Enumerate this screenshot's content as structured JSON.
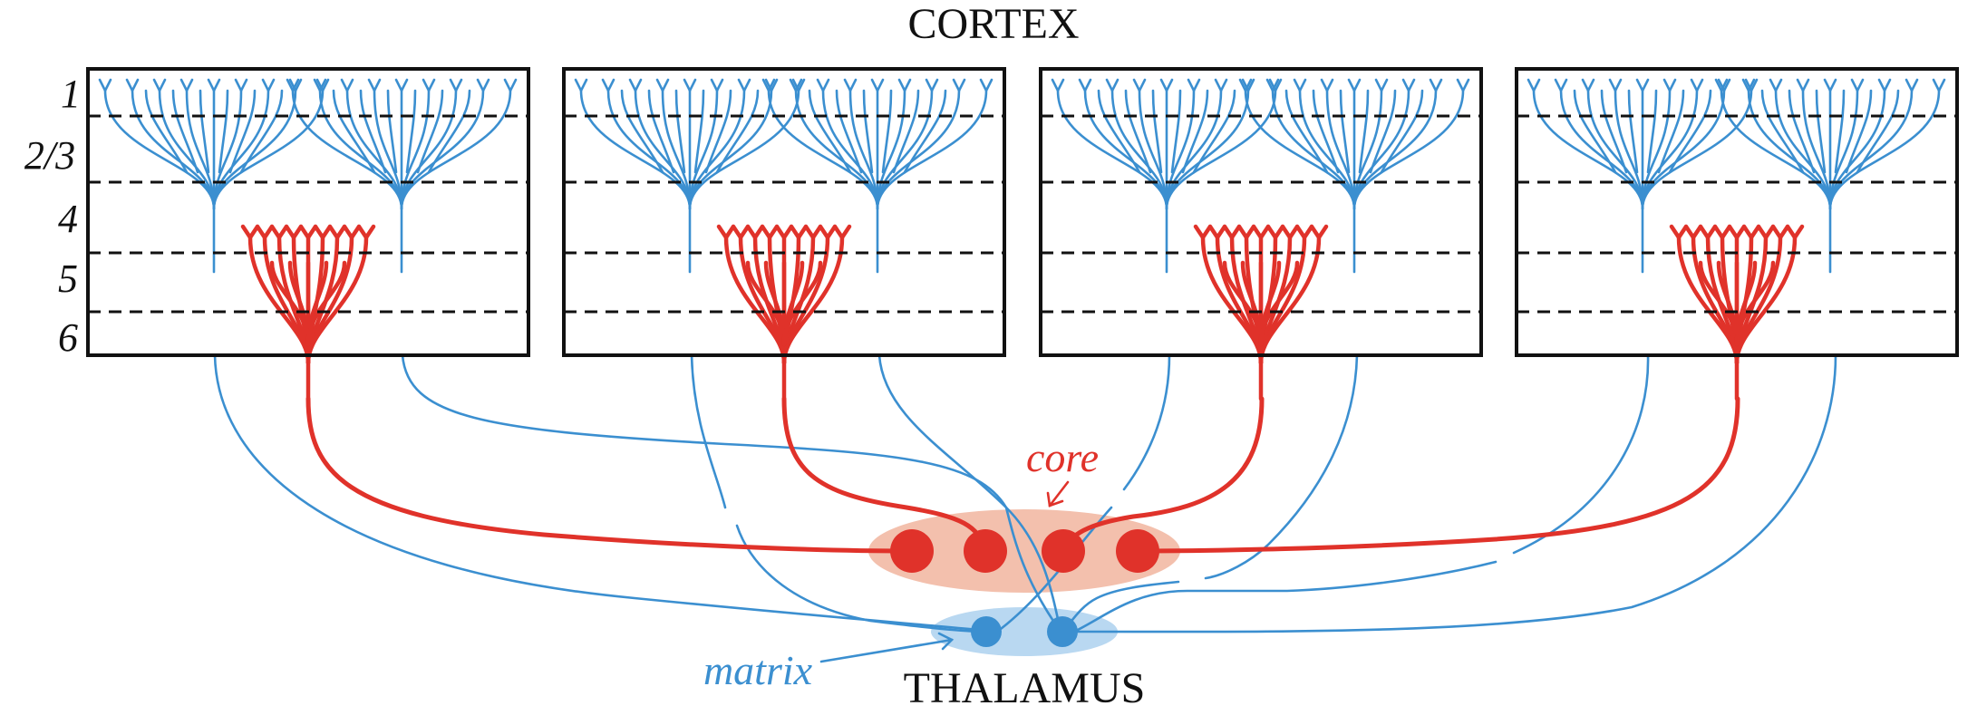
{
  "title_cortex": "CORTEX",
  "title_thalamus": "THALAMUS",
  "layers": [
    "1",
    "2/3",
    "4",
    "5",
    "6"
  ],
  "label_core": "core",
  "label_matrix": "matrix",
  "colors": {
    "matrix": "#3b8fd0",
    "core": "#e0322a",
    "core_halo": "#f3c0ad",
    "matrix_halo": "#b9d8f1",
    "frame": "#111111"
  },
  "columns_count": 4,
  "icons": [
    "core-neuron-icon",
    "matrix-neuron-icon",
    "pointer-arrow-icon"
  ]
}
